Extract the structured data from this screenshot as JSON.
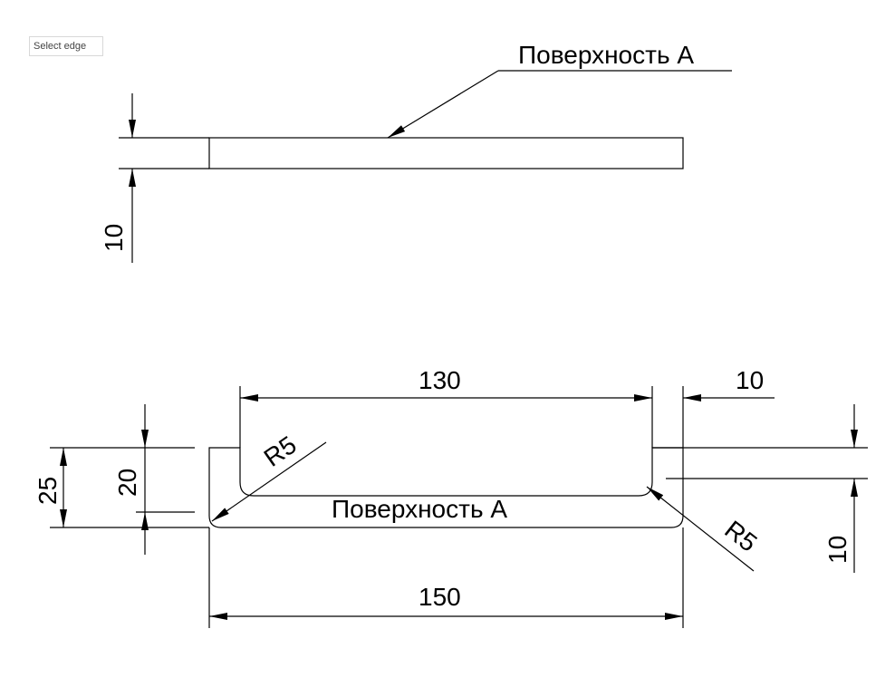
{
  "toolbar": {
    "select_edge_label": "Select edge"
  },
  "drawing": {
    "top_view": {
      "callout": "Поверхность А",
      "thickness_dim": "10"
    },
    "front_view": {
      "surface_label": "Поверхность А",
      "inner_width_dim": "130",
      "wall_thickness_dim": "10",
      "overall_width_dim": "150",
      "overall_height_dim": "25",
      "inner_height_dim": "20",
      "base_thickness_dim": "10",
      "radius_left": "R5",
      "radius_right": "R5"
    }
  }
}
